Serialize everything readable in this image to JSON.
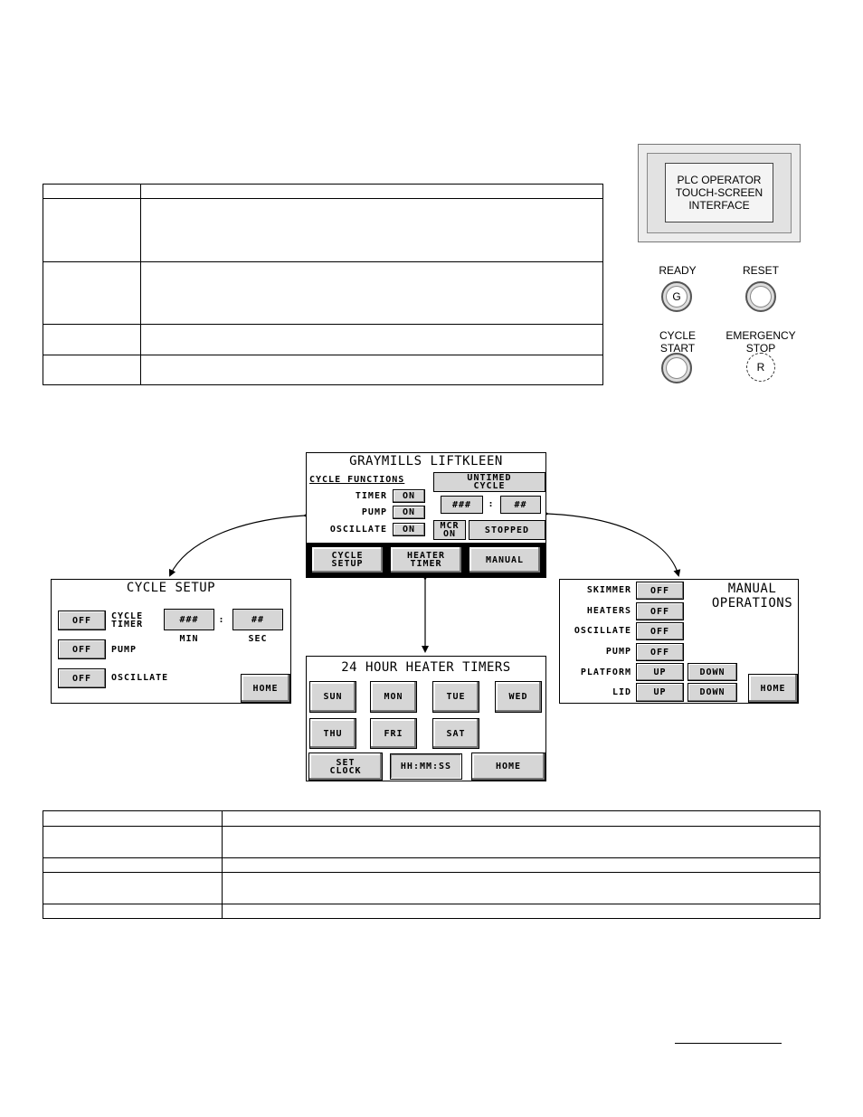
{
  "control_panel": {
    "screen_label": "PLC OPERATOR\nTOUCH-SCREEN\nINTERFACE",
    "buttons": [
      {
        "label": "READY",
        "mark": "G"
      },
      {
        "label": "RESET",
        "mark": ""
      },
      {
        "label": "CYCLE\nSTART",
        "mark": ""
      },
      {
        "label": "EMERGENCY\nSTOP",
        "mark": "R"
      }
    ]
  },
  "main_screen": {
    "title": "GRAYMILLS LIFTKLEEN",
    "functions_heading": "CYCLE FUNCTIONS",
    "cycle_mode": "UNTIMED\nCYCLE",
    "timer_label": "TIMER",
    "timer_state": "ON",
    "pump_label": "PUMP",
    "pump_state": "ON",
    "oscillate_label": "OSCILLATE",
    "oscillate_state": "ON",
    "time_min": "###",
    "time_sep": ":",
    "time_sec": "##",
    "mcr": "MCR\nON",
    "status": "STOPPED",
    "nav_cycle_setup": "CYCLE\nSETUP",
    "nav_heater_timer": "HEATER\nTIMER",
    "nav_manual": "MANUAL"
  },
  "cycle_setup": {
    "title": "CYCLE SETUP",
    "timer_state": "OFF",
    "timer_label": "CYCLE\nTIMER",
    "min_value": "###",
    "sep": ":",
    "sec_value": "##",
    "min_label": "MIN",
    "sec_label": "SEC",
    "pump_state": "OFF",
    "pump_label": "PUMP",
    "oscillate_state": "OFF",
    "oscillate_label": "OSCILLATE",
    "home": "HOME"
  },
  "heater_timers": {
    "title": "24 HOUR HEATER TIMERS",
    "sun": "SUN",
    "mon": "MON",
    "tue": "TUE",
    "wed": "WED",
    "thu": "THU",
    "fri": "FRI",
    "sat": "SAT",
    "set_clock": "SET\nCLOCK",
    "clock": "HH:MM:SS",
    "home": "HOME"
  },
  "manual_ops": {
    "title": "MANUAL\nOPERATIONS",
    "skimmer_label": "SKIMMER",
    "skimmer_state": "OFF",
    "heaters_label": "HEATERS",
    "heaters_state": "OFF",
    "oscillate_label": "OSCILLATE",
    "oscillate_state": "OFF",
    "pump_label": "PUMP",
    "pump_state": "OFF",
    "platform_label": "PLATFORM",
    "platform_up": "UP",
    "platform_down": "DOWN",
    "lid_label": "LID",
    "lid_up": "UP",
    "lid_down": "DOWN",
    "home": "HOME"
  }
}
